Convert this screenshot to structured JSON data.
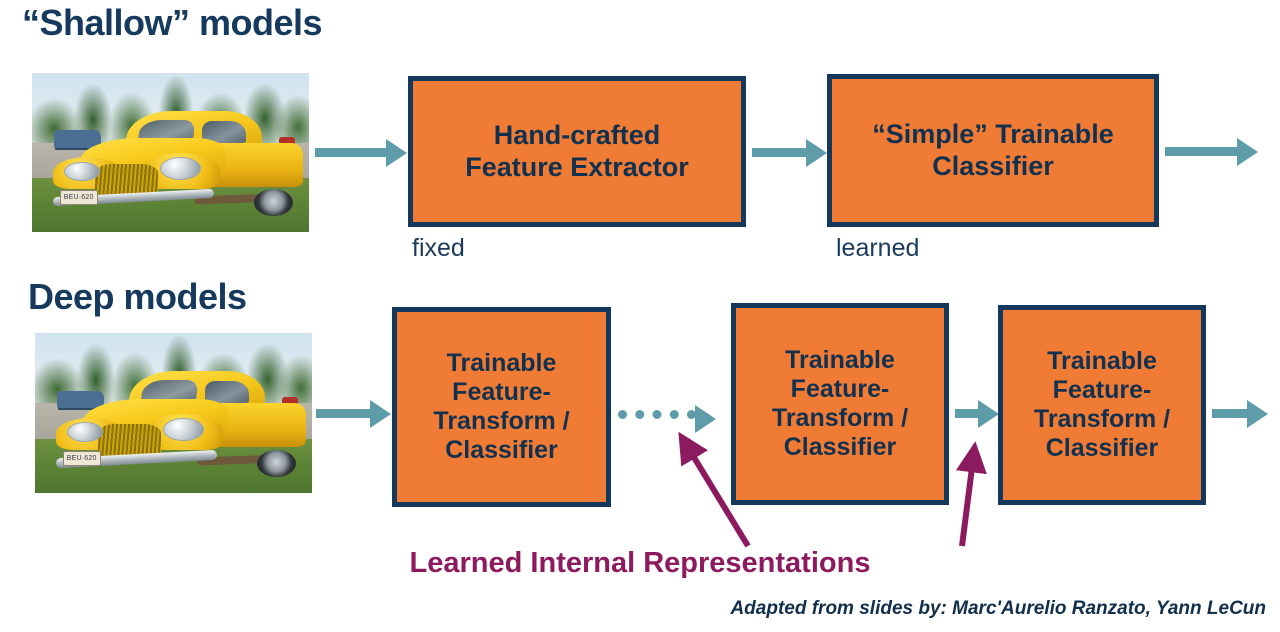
{
  "slide": {
    "sections": [
      {
        "id": "shallow",
        "title": "“Shallow” models"
      },
      {
        "id": "deep",
        "title": "Deep models"
      }
    ],
    "shallow_row": {
      "photo_alt": "yellow-vintage-car-photo",
      "license_plate": "BEU·620",
      "boxes": [
        {
          "line1": "Hand-crafted",
          "line2": "Feature Extractor",
          "sublabel": "fixed"
        },
        {
          "line1": "“Simple” Trainable",
          "line2": "Classifier",
          "sublabel": "learned"
        }
      ]
    },
    "deep_row": {
      "photo_alt": "yellow-vintage-car-photo",
      "license_plate": "BEU·620",
      "boxes": [
        {
          "line1": "Trainable",
          "line2": "Feature-",
          "line3": "Transform /",
          "line4": "Classifier"
        },
        {
          "line1": "Trainable",
          "line2": "Feature-",
          "line3": "Transform /",
          "line4": "Classifier"
        },
        {
          "line1": "Trainable",
          "line2": "Feature-",
          "line3": "Transform /",
          "line4": "Classifier"
        }
      ]
    },
    "annotation": "Learned Internal Representations",
    "credit": "Adapted from slides by: Marc'Aurelio Ranzato, Yann LeCun"
  },
  "colors": {
    "box_fill": "#F07B35",
    "box_border": "#13385C",
    "heading": "#16395E",
    "arrow_teal": "#5D9CA8",
    "annotation_purple": "#8C1A5E",
    "background": "#FFFFFF"
  }
}
